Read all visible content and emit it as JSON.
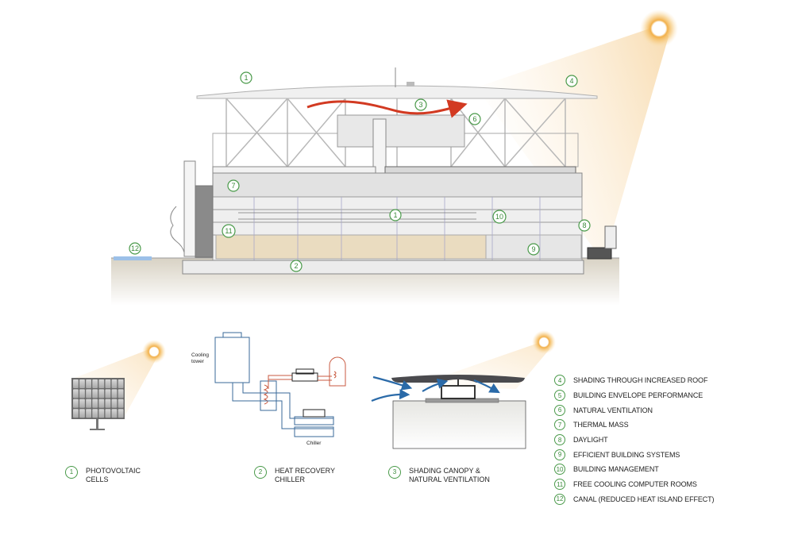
{
  "section_callouts": [
    "1",
    "1",
    "2",
    "3",
    "4",
    "6",
    "7",
    "8",
    "9",
    "10",
    "11",
    "12"
  ],
  "bottom_features": [
    {
      "number": "1",
      "line1": "PHOTOVOLTAIC",
      "line2": "CELLS"
    },
    {
      "number": "2",
      "line1": "HEAT RECOVERY",
      "line2": "CHILLER"
    },
    {
      "number": "3",
      "line1": "SHADING CANOPY &",
      "line2": "NATURAL VENTILATION"
    }
  ],
  "chiller_diagram": {
    "cooling_tower_label_line1": "Cooling",
    "cooling_tower_label_line2": "tower",
    "chiller_label": "Chiller"
  },
  "legend": [
    {
      "number": "4",
      "label": "SHADING THROUGH INCREASED ROOF"
    },
    {
      "number": "5",
      "label": "BUILDING ENVELOPE PERFORMANCE"
    },
    {
      "number": "6",
      "label": "NATURAL VENTILATION"
    },
    {
      "number": "7",
      "label": "THERMAL MASS"
    },
    {
      "number": "8",
      "label": "DAYLIGHT"
    },
    {
      "number": "9",
      "label": "EFFICIENT BUILDING SYSTEMS"
    },
    {
      "number": "10",
      "label": "BUILDING MANAGEMENT"
    },
    {
      "number": "11",
      "label": "FREE COOLING COMPUTER ROOMS"
    },
    {
      "number": "12",
      "label": "CANAL (REDUCED HEAT ISLAND EFFECT)"
    }
  ],
  "colors": {
    "callout_green": "#4a9a4a",
    "sun_orange": "#f2b04a",
    "airflow_red": "#d23a22",
    "airflow_blue": "#2a6aa8",
    "canal_blue": "#9cc0e8",
    "pipe_blue": "#3a6a9a",
    "pipe_red": "#c85a40",
    "floor_tan": "#eadcc0"
  }
}
